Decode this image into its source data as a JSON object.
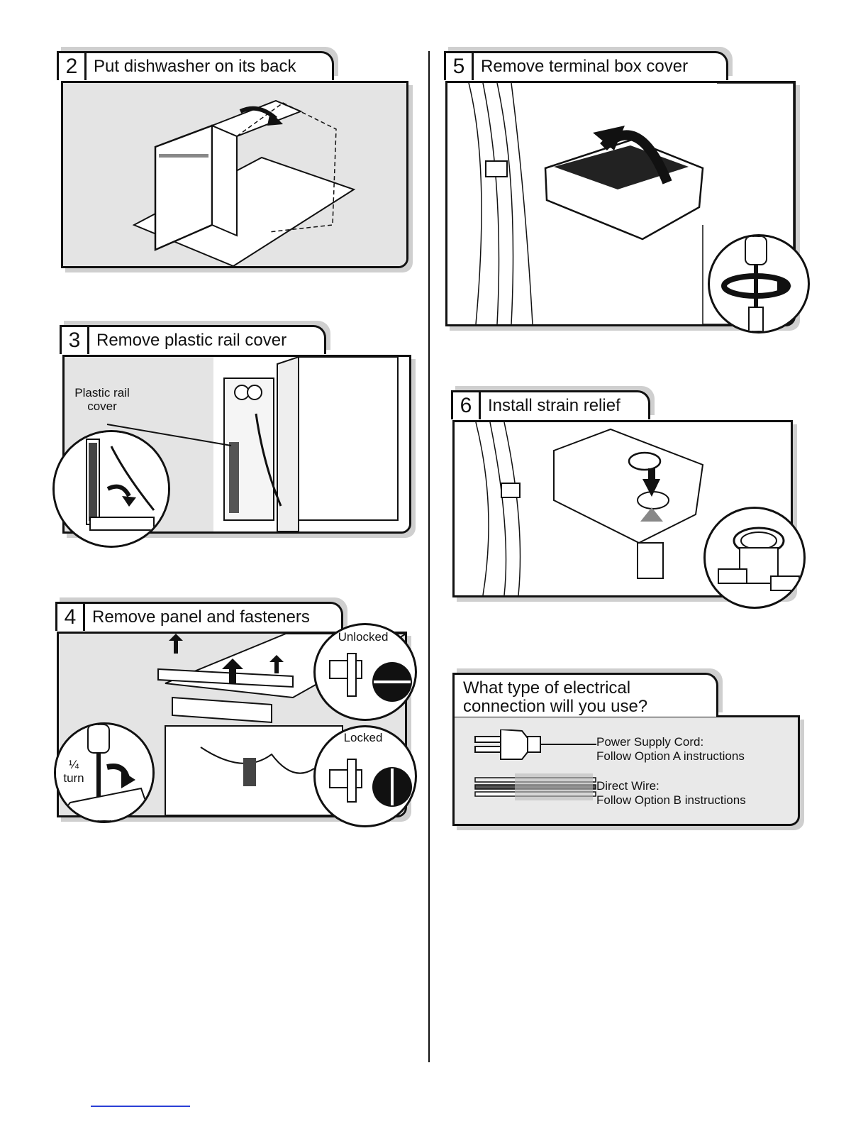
{
  "steps": {
    "s2": {
      "num": "2",
      "title": "Put dishwasher on its back"
    },
    "s3": {
      "num": "3",
      "title": "Remove plastic rail cover",
      "callout": "Plastic rail\ncover"
    },
    "s4": {
      "num": "4",
      "title": "Remove panel and fasteners",
      "unlocked": "Unlocked",
      "locked": "Locked",
      "turn_label": "¼\nturn"
    },
    "s5": {
      "num": "5",
      "title": "Remove terminal box cover"
    },
    "s6": {
      "num": "6",
      "title": "Install strain relief"
    }
  },
  "electrical": {
    "question_line1": "What type of electrical",
    "question_line2": "connection will you use?",
    "option_a_line1": "Power Supply Cord:",
    "option_a_line2": "Follow Option A instructions",
    "option_b_line1": "Direct Wire:",
    "option_b_line2": "Follow Option B instructions"
  },
  "icons": [
    "rotate-arrow-icon",
    "up-arrow-icon",
    "down-arrow-icon",
    "screwdriver-icon",
    "plug-icon",
    "wire-icon"
  ]
}
